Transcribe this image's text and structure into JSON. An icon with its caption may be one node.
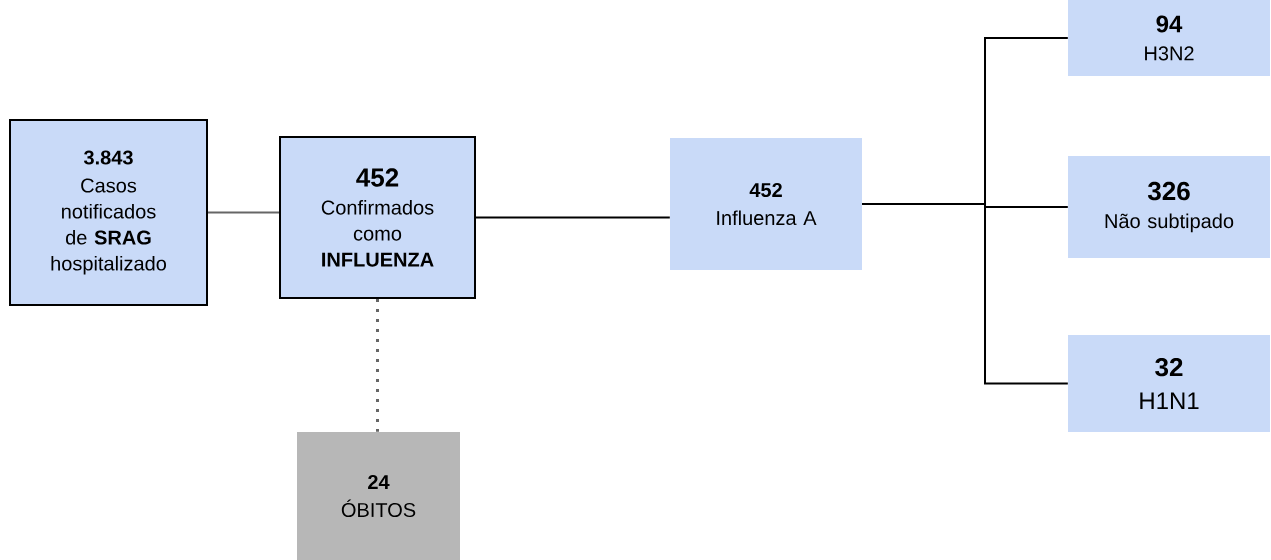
{
  "diagram": {
    "nodes": [
      {
        "text": [
          "3.843",
          "Casos notificados de **SRAG** hospitalizado"
        ]
      },
      {
        "text": [
          "452",
          "Confirmados como **INFLUENZA**"
        ]
      },
      {
        "text": [
          "452",
          "Influenza A"
        ]
      },
      {
        "text": [
          "94",
          "H3N2"
        ]
      },
      {
        "text": [
          "326",
          "Não subtipado"
        ]
      },
      {
        "text": [
          "32",
          "H1N1"
        ]
      },
      {
        "text": [
          "24",
          "ÓBITOS"
        ]
      }
    ],
    "edges": [
      {
        "from": 0,
        "to": 1,
        "arrow": "none",
        "color": "#666666"
      },
      {
        "from": 1,
        "to": 2,
        "arrow": "none"
      },
      {
        "from": 2,
        "to": 3,
        "arrow": "none"
      },
      {
        "from": 2,
        "to": 4,
        "arrow": "none"
      },
      {
        "from": 2,
        "to": 5,
        "arrow": "none"
      },
      {
        "from": 1,
        "to": 6,
        "arrow": "none",
        "style": "dashed",
        "color": "#666666"
      }
    ]
  }
}
